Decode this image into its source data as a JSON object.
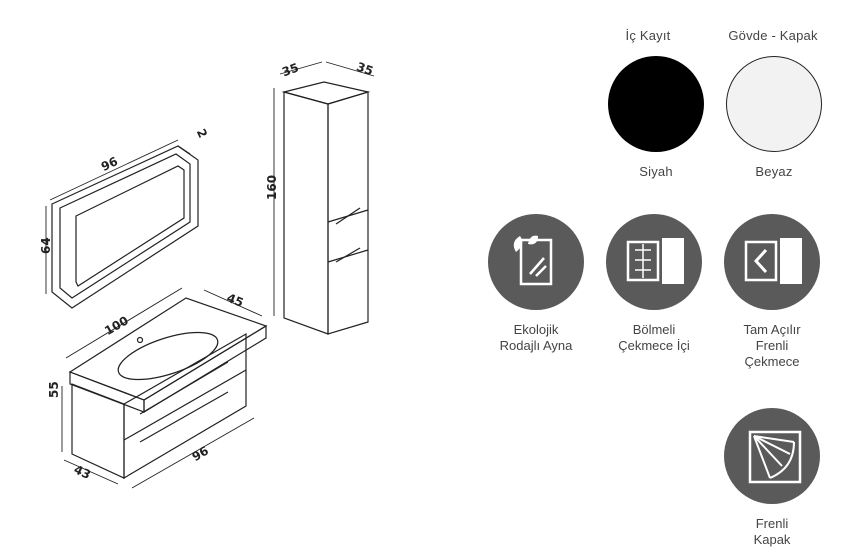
{
  "dimensions": {
    "mirror_width": "96",
    "mirror_height": "64",
    "mirror_depth": "2",
    "cabinet_height": "160",
    "cabinet_width": "35",
    "cabinet_depth": "35",
    "basin_width": "100",
    "basin_depth": "45",
    "unit_height": "55",
    "unit_width": "96",
    "unit_depth": "43"
  },
  "colors": {
    "inner_label": "İç Kayıt",
    "body_label": "Gövde - Kapak",
    "inner_name": "Siyah",
    "body_name": "Beyaz",
    "inner_hex": "#000000",
    "body_hex": "#f2f2f2"
  },
  "features": [
    {
      "icon": "eco-mirror-icon",
      "line1": "Ekolojik",
      "line2": "Rodajlı Ayna",
      "line3": ""
    },
    {
      "icon": "drawer-divider-icon",
      "line1": "Bölmeli",
      "line2": "Çekmece İçi",
      "line3": ""
    },
    {
      "icon": "full-extension-drawer-icon",
      "line1": "Tam Açılır",
      "line2": "Frenli",
      "line3": "Çekmece"
    },
    {
      "icon": "soft-close-door-icon",
      "line1": "Frenli",
      "line2": "Kapak",
      "line3": ""
    }
  ]
}
